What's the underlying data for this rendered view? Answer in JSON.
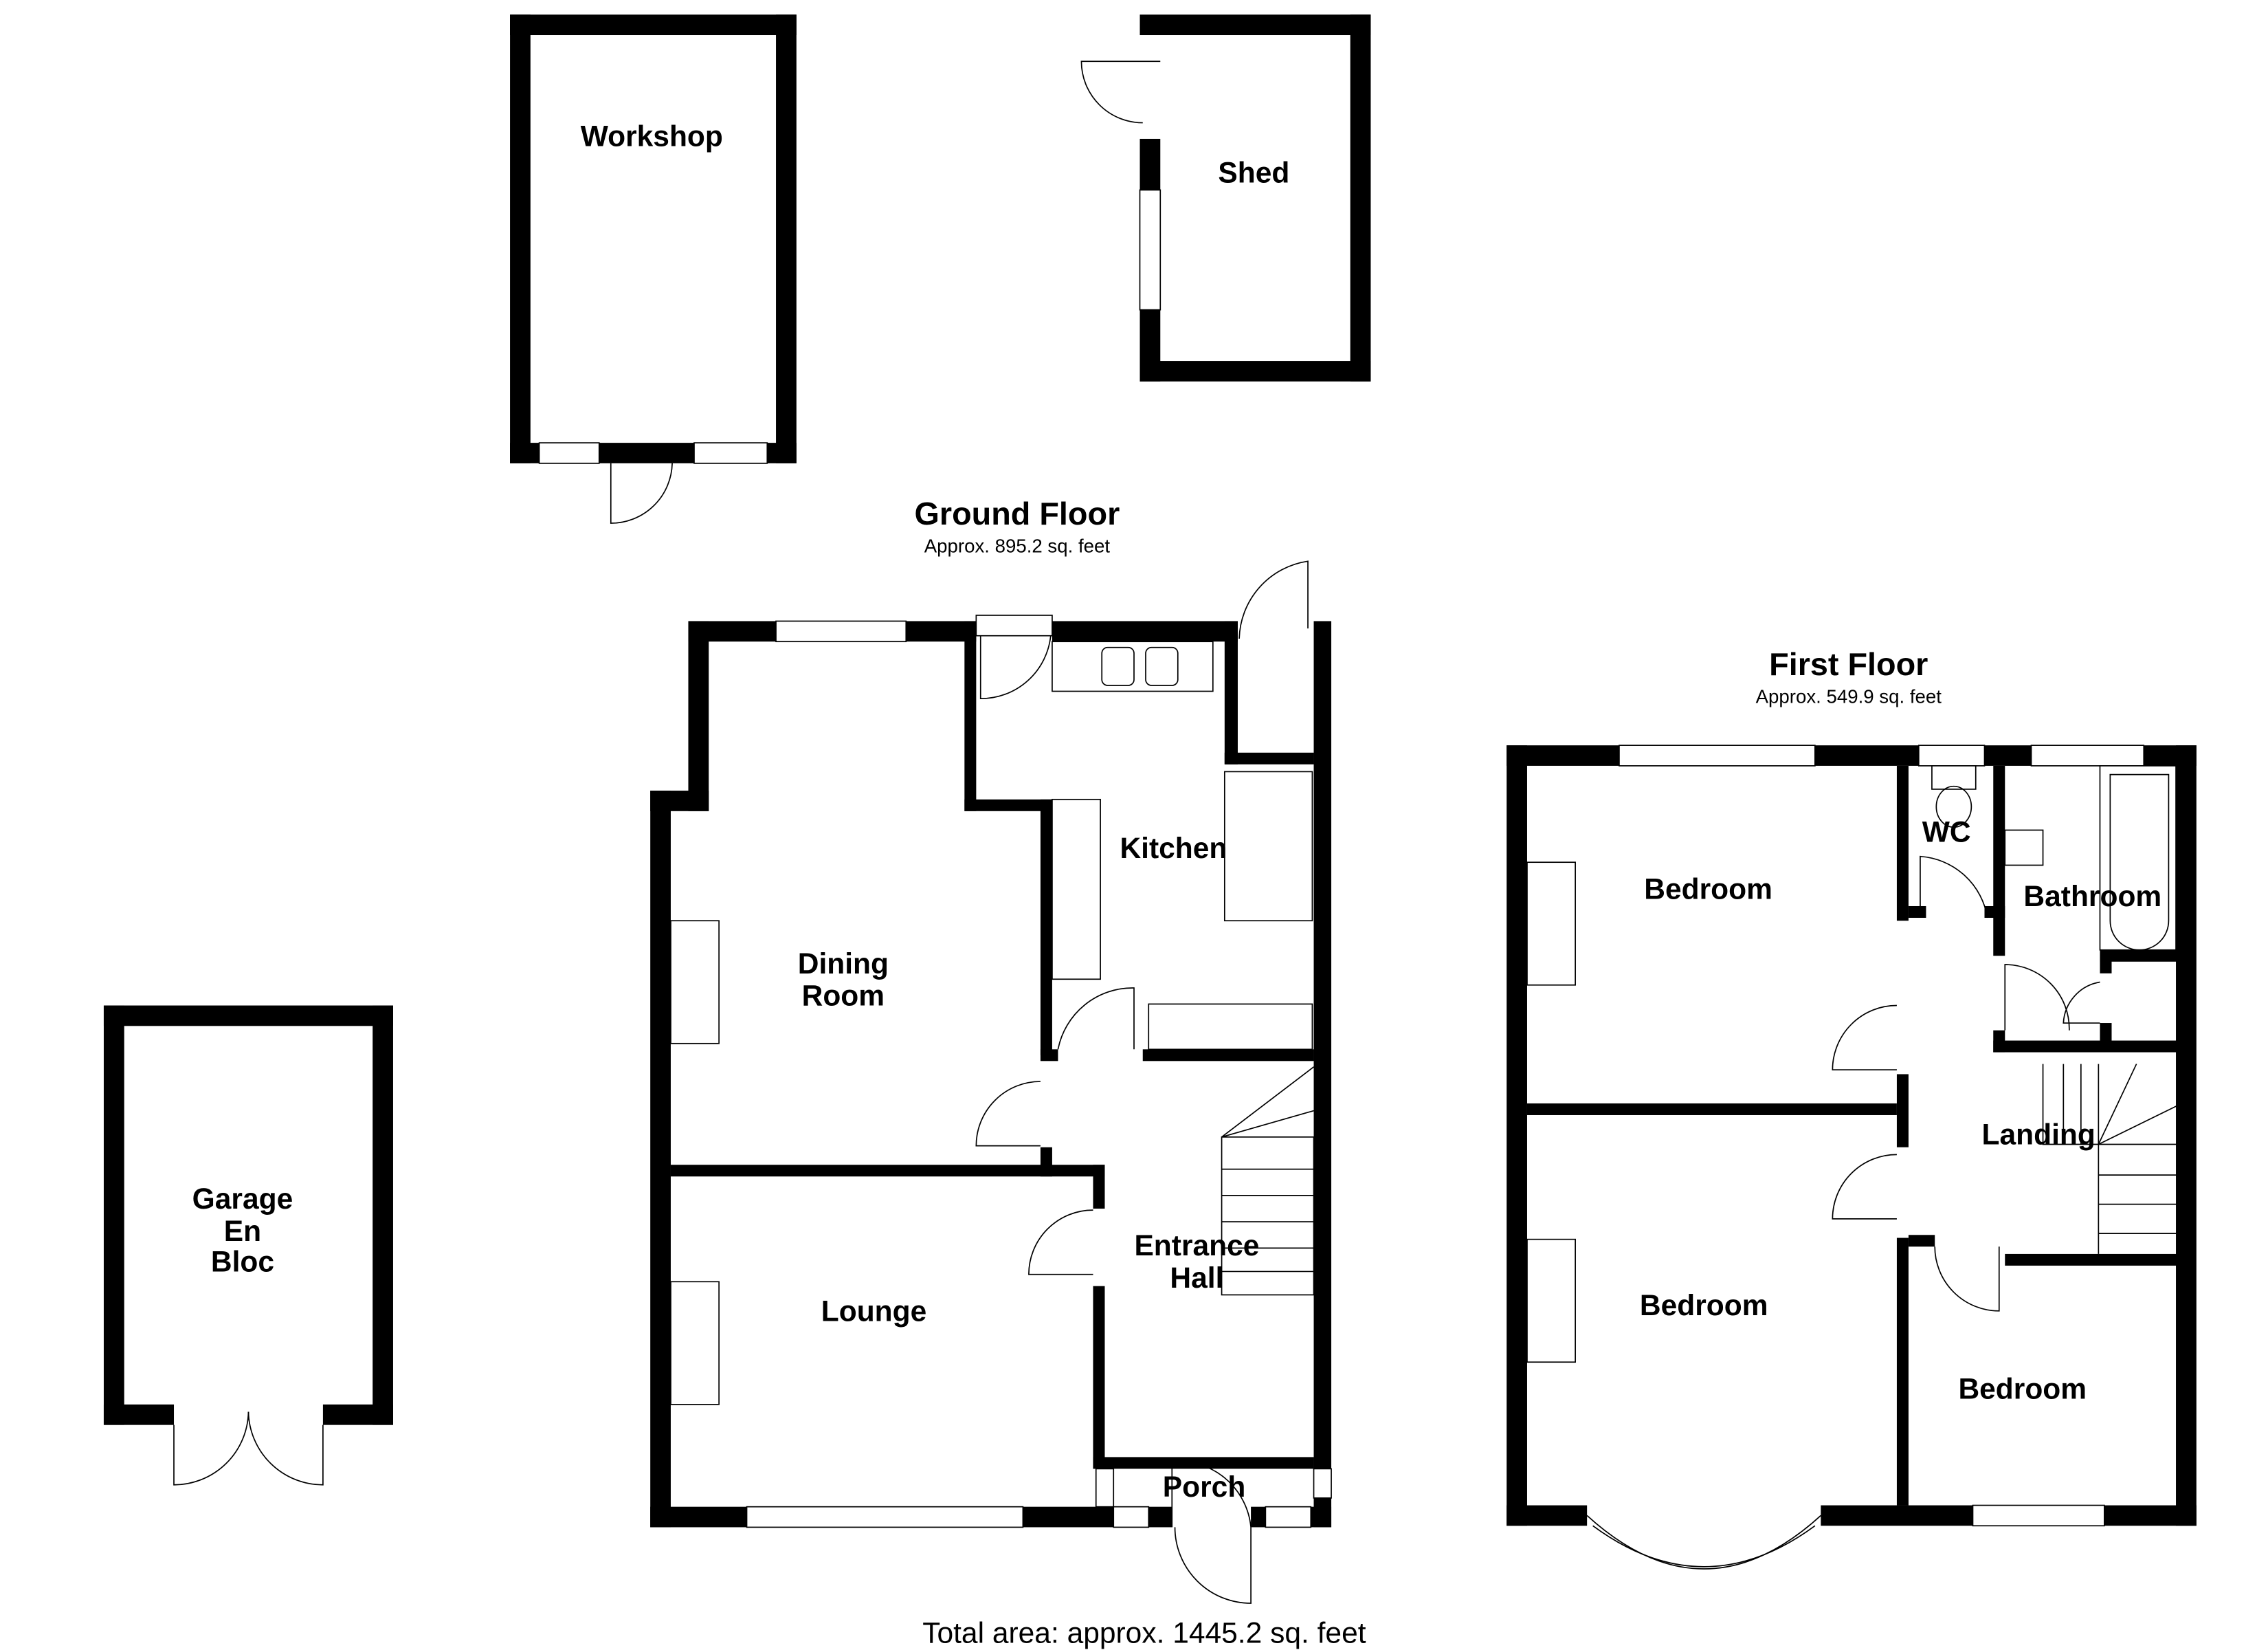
{
  "outbuildings": {
    "workshop": {
      "label": "Workshop"
    },
    "shed": {
      "label": "Shed"
    },
    "garage": {
      "label_lines": [
        "Garage",
        "En",
        "Bloc"
      ]
    }
  },
  "ground_floor": {
    "title": "Ground Floor",
    "area": "Approx. 895.2 sq. feet",
    "rooms": {
      "dining": {
        "label_lines": [
          "Dining",
          "Room"
        ]
      },
      "kitchen": {
        "label": "Kitchen"
      },
      "lounge": {
        "label": "Lounge"
      },
      "entrance_hall": {
        "label_lines": [
          "Entrance",
          "Hall"
        ]
      },
      "porch": {
        "label": "Porch"
      }
    }
  },
  "first_floor": {
    "title": "First Floor",
    "area": "Approx. 549.9 sq. feet",
    "rooms": {
      "bedroom_1": {
        "label": "Bedroom"
      },
      "bedroom_2": {
        "label": "Bedroom"
      },
      "bedroom_3": {
        "label": "Bedroom"
      },
      "wc": {
        "label": "WC"
      },
      "bathroom": {
        "label": "Bathroom"
      },
      "landing": {
        "label": "Landing"
      }
    }
  },
  "total_area": "Total area: approx. 1445.2 sq. feet",
  "colors": {
    "wall": "#000000",
    "background": "#ffffff"
  }
}
